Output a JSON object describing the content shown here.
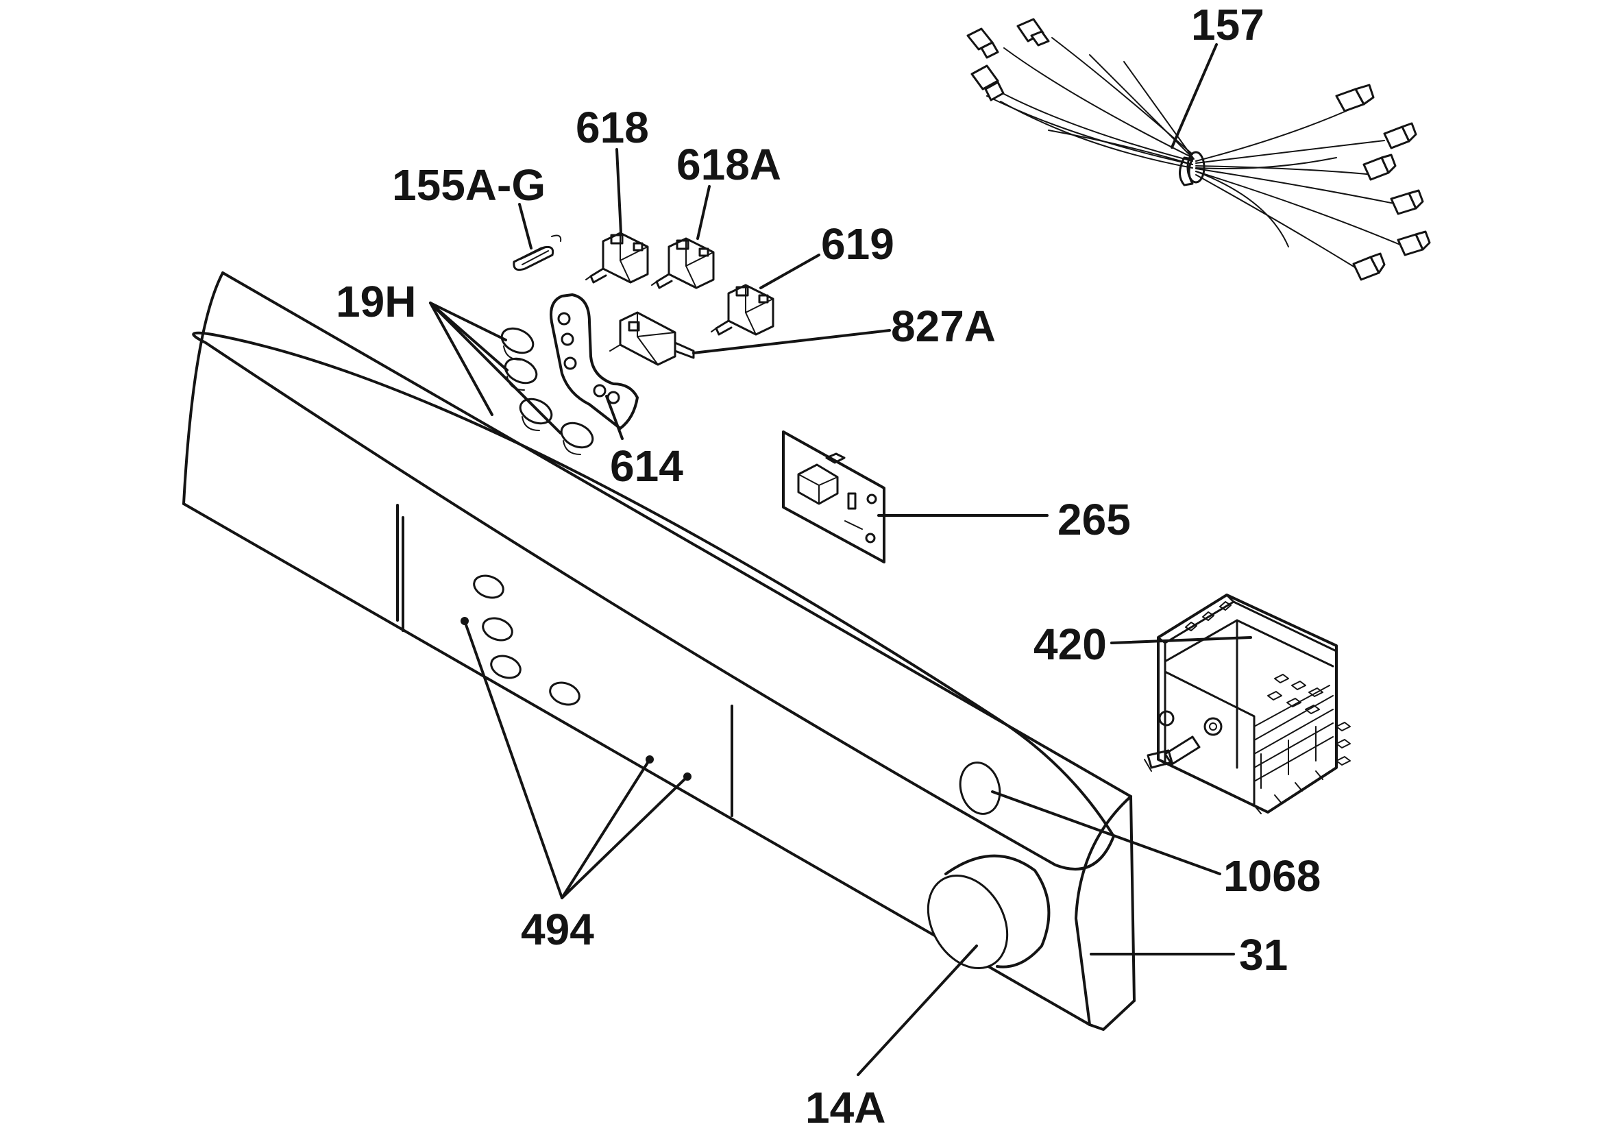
{
  "labels": {
    "l157": "157",
    "l618": "618",
    "l618a": "618A",
    "l155": "155A-G",
    "l619": "619",
    "l19h": "19H",
    "l827a": "827A",
    "l614": "614",
    "l265": "265",
    "l420": "420",
    "l1068": "1068",
    "l31": "31",
    "l494": "494",
    "l14a": "14A"
  },
  "colors": {
    "ink": "#141414",
    "background": "#ffffff"
  }
}
